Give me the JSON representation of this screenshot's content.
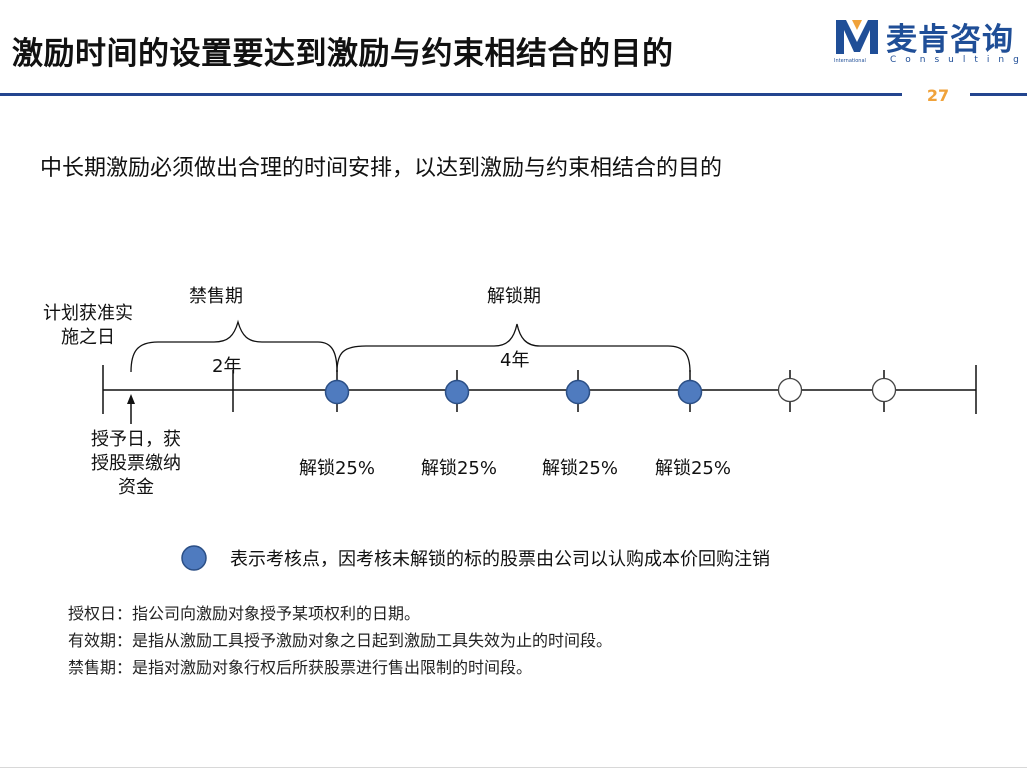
{
  "header": {
    "title": "激励时间的设置要达到激励与约束相结合的目的",
    "page_number": "27",
    "logo": {
      "mark": "M",
      "name_cn": "麦肯咨询",
      "name_en": "Consulting",
      "tagline": "International"
    }
  },
  "subtitle": "中长期激励必须做出合理的时间安排，以达到激励与约束相结合的目的",
  "timeline": {
    "start_label": [
      "计划获准实",
      "施之日"
    ],
    "grant_label": [
      "授予日，获",
      "授股票缴纳",
      "资金"
    ],
    "lockup": {
      "label": "禁售期",
      "duration": "2年"
    },
    "unlock": {
      "label": "解锁期",
      "duration": "4年"
    },
    "unlock_points": [
      "解锁25%",
      "解锁25%",
      "解锁25%",
      "解锁25%"
    ]
  },
  "legend": {
    "text": "表示考核点，因考核未解锁的标的股票由公司以认购成本价回购注销"
  },
  "definitions": [
    "授权日：指公司向激励对象授予某项权利的日期。",
    "有效期：是指从激励工具授予激励对象之日起到激励工具失效为止的时间段。",
    "禁售期：是指对激励对象行权后所获股票进行售出限制的时间段。"
  ],
  "colors": {
    "accent_blue": "#23458f",
    "brand_blue": "#1f4e97",
    "page_number": "#f0a23a",
    "checkpoint_fill": "#4f7bbf",
    "checkpoint_stroke": "#2b4f86"
  }
}
